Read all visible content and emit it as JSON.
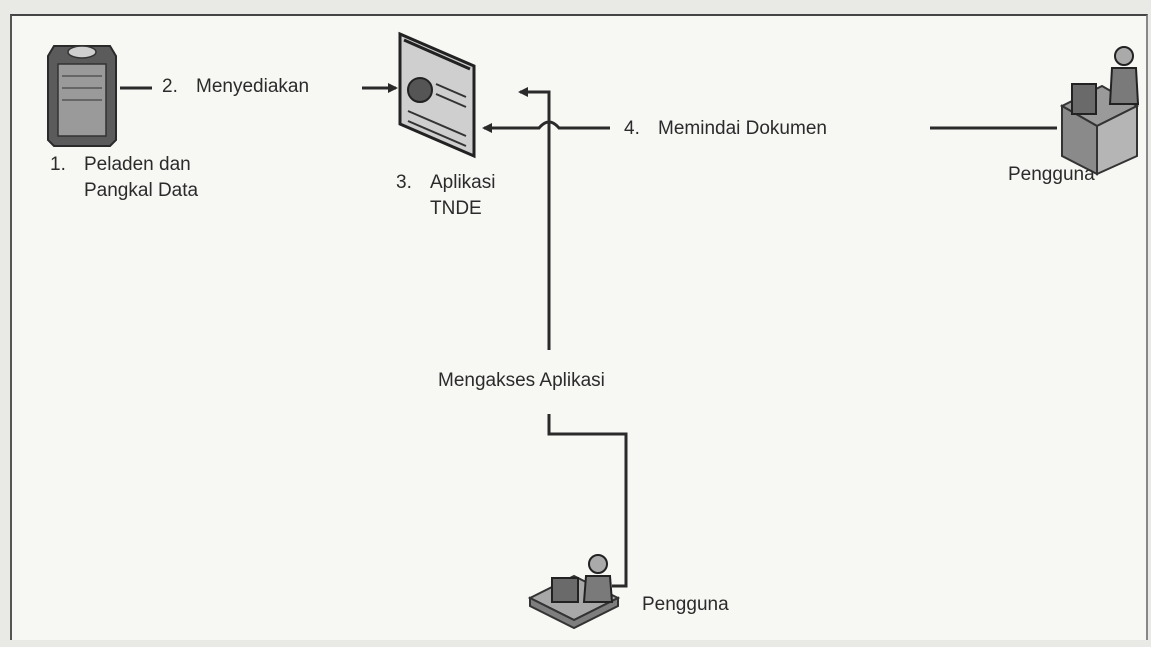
{
  "nodes": {
    "server": {
      "number": "1.",
      "line1": "Peladen dan",
      "line2": "Pangkal Data",
      "icon": "server-icon"
    },
    "app": {
      "number": "3.",
      "line1": "Aplikasi",
      "line2": "TNDE",
      "icon": "document-window-icon"
    },
    "user_top": {
      "label": "Pengguna",
      "icon": "user-at-workstation-icon"
    },
    "user_bottom": {
      "label": "Pengguna",
      "icon": "user-at-workstation-icon"
    }
  },
  "edges": {
    "provide": {
      "number": "2.",
      "label": "Menyediakan"
    },
    "scan": {
      "number": "4.",
      "label": "Memindai Dokumen"
    },
    "access": {
      "label": "Mengakses Aplikasi"
    }
  },
  "colors": {
    "line": "#2a2a2a",
    "text": "#2b2b2b",
    "icon_fill": "#8a8a8a",
    "icon_dark": "#3a3a3a",
    "background": "#f7f7f4"
  }
}
